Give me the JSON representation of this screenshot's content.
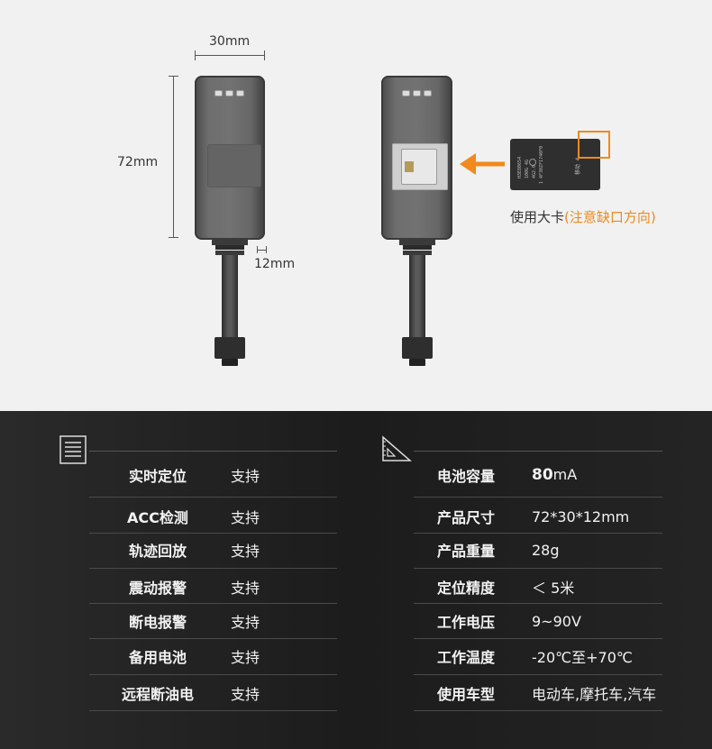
{
  "dimensions": {
    "width_label": "30mm",
    "height_label": "72mm",
    "depth_label": "12mm"
  },
  "sim": {
    "caption_prefix": "使用大卡",
    "caption_highlight": "(注意缺口方向)",
    "card_lines": [
      "H3E80654",
      "100G 4G",
      "4G2.0",
      "1 4F30ZF1740F0",
      "移动 4"
    ],
    "highlight_color": "#f08a1c"
  },
  "icons": {
    "left": "list-icon",
    "right": "ruler-triangle-icon"
  },
  "specs_left": [
    {
      "key": "实时定位",
      "value": "支持"
    },
    {
      "key": "ACC检测",
      "value": "支持"
    },
    {
      "key": "轨迹回放",
      "value": "支持"
    },
    {
      "key": "震动报警",
      "value": "支持"
    },
    {
      "key": "断电报警",
      "value": "支持"
    },
    {
      "key": "备用电池",
      "value": "支持"
    },
    {
      "key": "远程断油电",
      "value": "支持"
    }
  ],
  "specs_right": [
    {
      "key": "电池容量",
      "value_bold": "80",
      "value_rest": "mA"
    },
    {
      "key": "产品尺寸",
      "value_bold": "",
      "value_rest": "72*30*12mm"
    },
    {
      "key": "产品重量",
      "value_bold": "",
      "value_rest": "28g"
    },
    {
      "key": "定位精度",
      "value_bold": "",
      "value_rest": "＜ 5米"
    },
    {
      "key": "工作电压",
      "value_bold": "",
      "value_rest": "9~90V"
    },
    {
      "key": "工作温度",
      "value_bold": "",
      "value_rest": "-20℃至+70℃"
    },
    {
      "key": "使用车型",
      "value_bold": "",
      "value_rest": "电动车,摩托车,汽车"
    }
  ]
}
